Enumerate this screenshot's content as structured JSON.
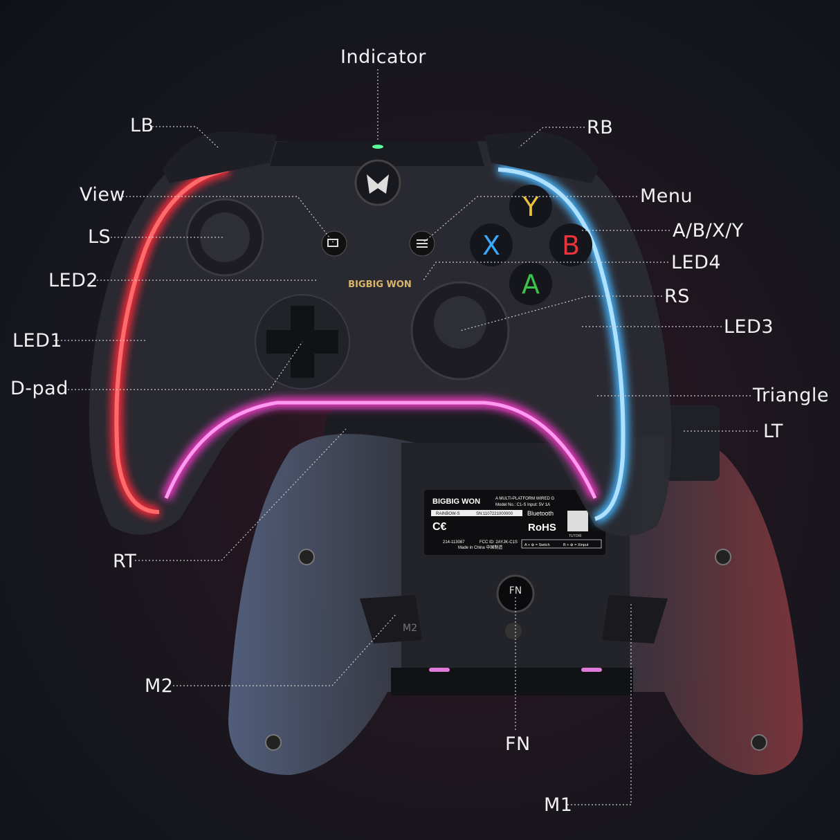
{
  "callouts": {
    "indicator": "Indicator",
    "lb": "LB",
    "rb": "RB",
    "view": "View",
    "menu": "Menu",
    "ls": "LS",
    "abxy": "A/B/X/Y",
    "led2": "LED2",
    "led4": "LED4",
    "rs": "RS",
    "led1": "LED1",
    "led3": "LED3",
    "dpad": "D-pad",
    "triangle": "Triangle",
    "lt": "LT",
    "rt": "RT",
    "m2": "M2",
    "fn": "FN",
    "m1": "M1"
  },
  "controller": {
    "brand_plate": "BIGBIG WON",
    "face_buttons": {
      "y": "Y",
      "x": "X",
      "b": "B",
      "a": "A"
    },
    "face_colors": {
      "y": "#e8c23a",
      "x": "#3aa8ff",
      "b": "#e8343a",
      "a": "#3ac24a"
    },
    "back_button_labels": {
      "m2": "M2",
      "fn": "FN"
    },
    "glow_colors": {
      "left": "#ff2a3a",
      "right": "#4ab8ff",
      "bottom": "#ff3ad0"
    }
  },
  "sticker": {
    "brand": "BIGBIG WON",
    "tagline": "A MULTI-PLATFORM WIRED G",
    "model": "Model No.: C1-S   Input: 5V  1A",
    "name": "RAINBOW-S",
    "serial": "SN:1107221000000",
    "bluetooth": "Bluetooth",
    "rohs": "RoHS",
    "cert": "214-113087",
    "fcc": "FCC ID: 2AYJK-C1S",
    "origin": "Made in China  中国制造",
    "mode_switch": "A + ⊕ = Switch",
    "mode_xinput": "B + ⊕ = Xinput",
    "qr_text": "TUTORI"
  }
}
